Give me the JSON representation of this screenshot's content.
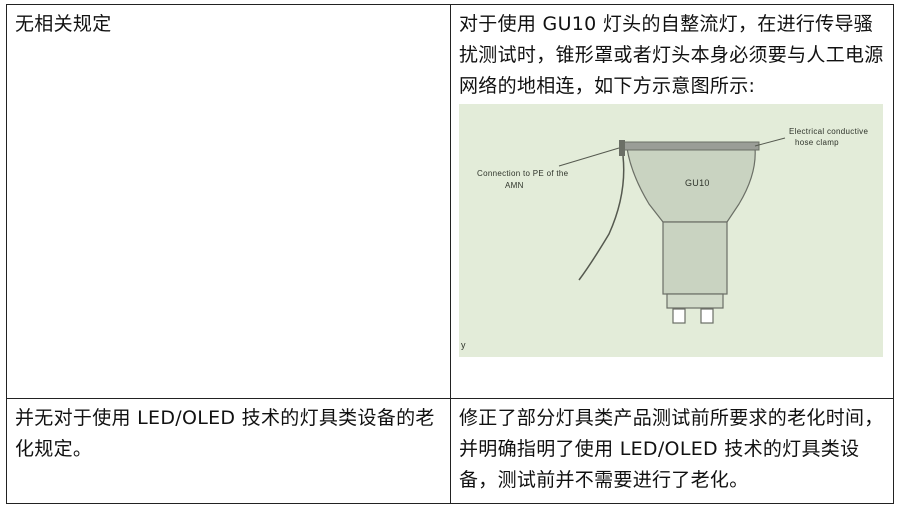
{
  "table": {
    "row1": {
      "left_text": "无相关规定",
      "right_text": "对于使用 GU10 灯头的自整流灯，在进行传导骚扰测试时，锥形罩或者灯头本身必须要与人工电源网络的地相连，如下方示意图所示:"
    },
    "row2": {
      "left_text": "并无对于使用 LED/OLED 技术的灯具类设备的老化规定。",
      "right_text": "修正了部分灯具类产品测试前所要求的老化时间，并明确指明了使用 LED/OLED 技术的灯具类设备，测试前并不需要进行了老化。"
    }
  },
  "figure": {
    "bulb_label": "GU10",
    "callout_left_line1": "Connection to PE of the",
    "callout_left_line2": "AMN",
    "callout_right_line1": "Electrical conductive",
    "callout_right_line2": "hose clamp",
    "corner_mark": "y",
    "colors": {
      "background": "#e3ecd9",
      "bulb": "#c9d3c1",
      "outline": "#6b6f66",
      "clamp": "#9a9d97"
    }
  }
}
